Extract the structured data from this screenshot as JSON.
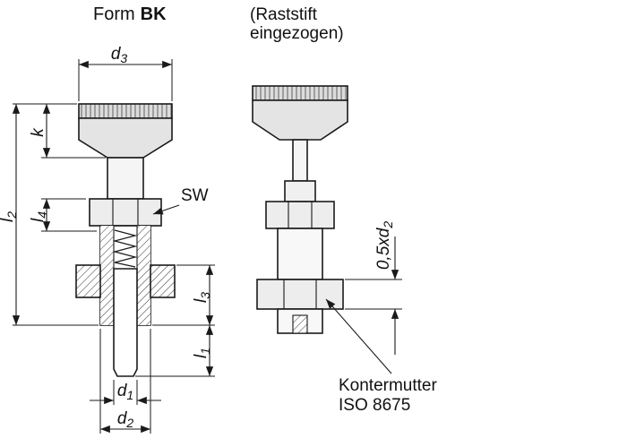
{
  "header": {
    "form_label": "Form",
    "form_variant": "BK",
    "note_line1": "(Raststift",
    "note_line2": "eingezogen)"
  },
  "dims": {
    "d3": {
      "base": "d",
      "sub": "3"
    },
    "k": {
      "base": "k",
      "sub": ""
    },
    "l2": {
      "base": "l",
      "sub": "2"
    },
    "l4": {
      "base": "l",
      "sub": "4"
    },
    "sw": {
      "base": "SW",
      "sub": ""
    },
    "l3": {
      "base": "l",
      "sub": "3"
    },
    "l1": {
      "base": "l",
      "sub": "1"
    },
    "d1": {
      "base": "d",
      "sub": "1"
    },
    "d2": {
      "base": "d",
      "sub": "2"
    },
    "half_d2": {
      "base": "0,5xd",
      "sub": "2"
    }
  },
  "callouts": {
    "locknut_line1": "Kontermutter",
    "locknut_line2": "ISO 8675"
  },
  "colors": {
    "line": "#1a1a1a",
    "metal_light": "#e4e4e4",
    "metal_mid": "#ededed",
    "background": "#ffffff"
  }
}
